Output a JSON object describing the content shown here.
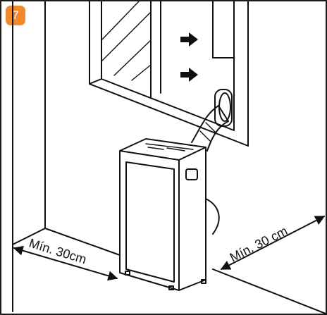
{
  "step_number": "7",
  "labels": {
    "left_clearance": "Mín. 30cm",
    "right_clearance": "Mín. 30 cm"
  },
  "colors": {
    "badge": "#f08a2a",
    "ink": "#111111"
  },
  "icons": [
    "arrow-right-icon",
    "arrow-right-icon",
    "dimension-arrow-icon",
    "dimension-arrow-icon"
  ]
}
